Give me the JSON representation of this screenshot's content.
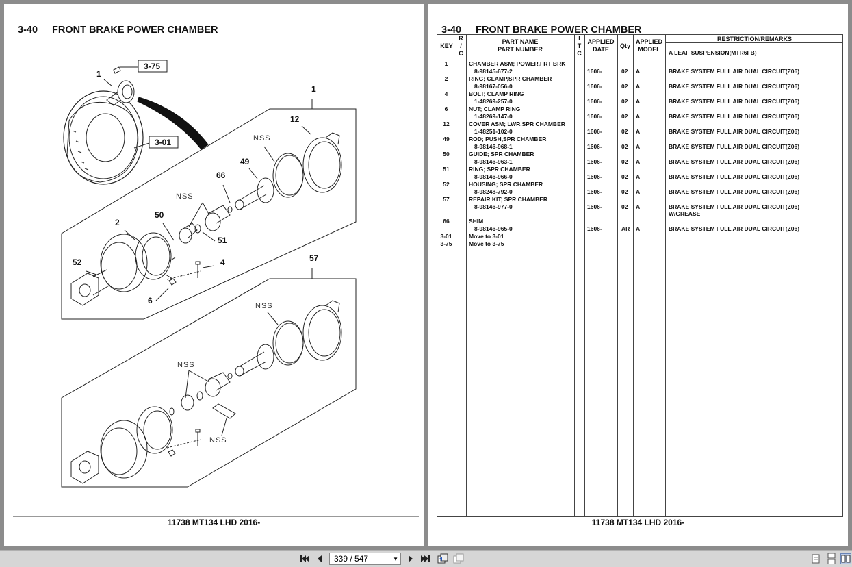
{
  "left_page": {
    "section_number": "3-40",
    "title": "FRONT BRAKE POWER CHAMBER",
    "footer": "11738 MT134 LHD 2016-",
    "callouts": {
      "c375": "3-75",
      "c301": "3-01",
      "n1a": "1",
      "n1b": "1",
      "n12": "12",
      "n49": "49",
      "n66": "66",
      "n2": "2",
      "n50": "50",
      "n51": "51",
      "n52": "52",
      "n4": "4",
      "n6": "6",
      "n57": "57",
      "nss1": "NSS",
      "nss2": "NSS",
      "nss3": "NSS",
      "nss4": "NSS",
      "nss5": "NSS"
    }
  },
  "right_page": {
    "section_number": "3-40",
    "title": "FRONT BRAKE POWER CHAMBER",
    "footer": "11738 MT134 LHD 2016-",
    "headers": {
      "key": "KEY",
      "rc": [
        "R",
        "/",
        "C"
      ],
      "part_name": "PART NAME",
      "part_number": "PART NUMBER",
      "itc": [
        "I",
        "T",
        "C"
      ],
      "applied_date": [
        "APPLIED",
        "DATE"
      ],
      "qty": "Qty",
      "applied_model": [
        "APPLIED",
        "MODEL"
      ],
      "remarks": "RESTRICTION/REMARKS",
      "remarks_sub": "A LEAF SUSPENSION(MTR6FB)"
    },
    "rows": [
      {
        "key": "1",
        "name": "CHAMBER ASM; POWER,FRT BRK",
        "number": "8-98145-677-2",
        "date": "1606-",
        "qty": "02",
        "model": "A",
        "remarks": "BRAKE SYSTEM FULL AIR DUAL CIRCUIT(Z06)"
      },
      {
        "key": "2",
        "name": "RING; CLAMP,SPR CHAMBER",
        "number": "8-98167-056-0",
        "date": "1606-",
        "qty": "02",
        "model": "A",
        "remarks": "BRAKE SYSTEM FULL AIR DUAL CIRCUIT(Z06)"
      },
      {
        "key": "4",
        "name": "BOLT; CLAMP RING",
        "number": "1-48269-257-0",
        "date": "1606-",
        "qty": "02",
        "model": "A",
        "remarks": "BRAKE SYSTEM FULL AIR DUAL CIRCUIT(Z06)"
      },
      {
        "key": "6",
        "name": "NUT; CLAMP RING",
        "number": "1-48269-147-0",
        "date": "1606-",
        "qty": "02",
        "model": "A",
        "remarks": "BRAKE SYSTEM FULL AIR DUAL CIRCUIT(Z06)"
      },
      {
        "key": "12",
        "name": "COVER ASM; LWR,SPR CHAMBER",
        "number": "1-48251-102-0",
        "date": "1606-",
        "qty": "02",
        "model": "A",
        "remarks": "BRAKE SYSTEM FULL AIR DUAL CIRCUIT(Z06)"
      },
      {
        "key": "49",
        "name": "ROD; PUSH,SPR CHAMBER",
        "number": "8-98146-968-1",
        "date": "1606-",
        "qty": "02",
        "model": "A",
        "remarks": "BRAKE SYSTEM FULL AIR DUAL CIRCUIT(Z06)"
      },
      {
        "key": "50",
        "name": "GUIDE; SPR CHAMBER",
        "number": "8-98146-963-1",
        "date": "1606-",
        "qty": "02",
        "model": "A",
        "remarks": "BRAKE SYSTEM FULL AIR DUAL CIRCUIT(Z06)"
      },
      {
        "key": "51",
        "name": "RING; SPR CHAMBER",
        "number": "8-98146-966-0",
        "date": "1606-",
        "qty": "02",
        "model": "A",
        "remarks": "BRAKE SYSTEM FULL AIR DUAL CIRCUIT(Z06)"
      },
      {
        "key": "52",
        "name": "HOUSING; SPR CHAMBER",
        "number": "8-98248-792-0",
        "date": "1606-",
        "qty": "02",
        "model": "A",
        "remarks": "BRAKE SYSTEM FULL AIR DUAL CIRCUIT(Z06)"
      },
      {
        "key": "57",
        "name": "REPAIR KIT; SPR CHAMBER",
        "number": "8-98146-977-0",
        "date": "1606-",
        "qty": "02",
        "model": "A",
        "remarks": "BRAKE SYSTEM FULL AIR DUAL CIRCUIT(Z06)",
        "remarks2": "W/GREASE"
      },
      {
        "key": "66",
        "name": "SHIM",
        "number": "8-98146-965-0",
        "date": "1606-",
        "qty": "AR",
        "model": "A",
        "remarks": "BRAKE SYSTEM FULL AIR DUAL CIRCUIT(Z06)"
      }
    ],
    "moves": [
      {
        "key": "3-01",
        "text": "Move to 3-01"
      },
      {
        "key": "3-75",
        "text": "Move to 3-75"
      }
    ]
  },
  "toolbar": {
    "page_field": "339 / 547",
    "icons": [
      "first-page-icon",
      "prev-page-icon",
      "next-page-icon",
      "last-page-icon",
      "back-view-icon",
      "forward-view-icon",
      "single-page-icon",
      "continuous-page-icon",
      "facing-page-icon"
    ]
  }
}
